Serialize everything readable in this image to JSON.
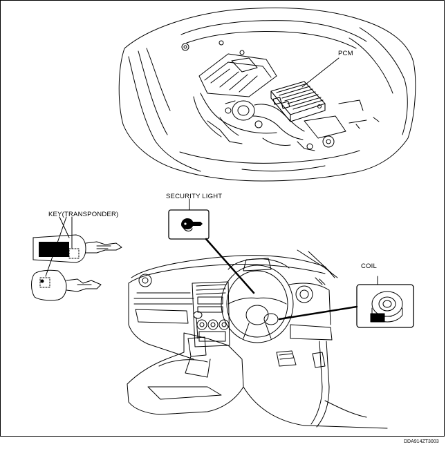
{
  "labels": {
    "pcm": "PCM",
    "security_light": "SECURITY LIGHT",
    "key_transponder": "KEY(TRANSPONDER)",
    "coil": "COIL"
  },
  "figure_code": "DDA914ZT3003",
  "icons": [
    "car-key-icon",
    "ignition-coil-icon",
    "pcm-unit-icon",
    "key-icon"
  ]
}
